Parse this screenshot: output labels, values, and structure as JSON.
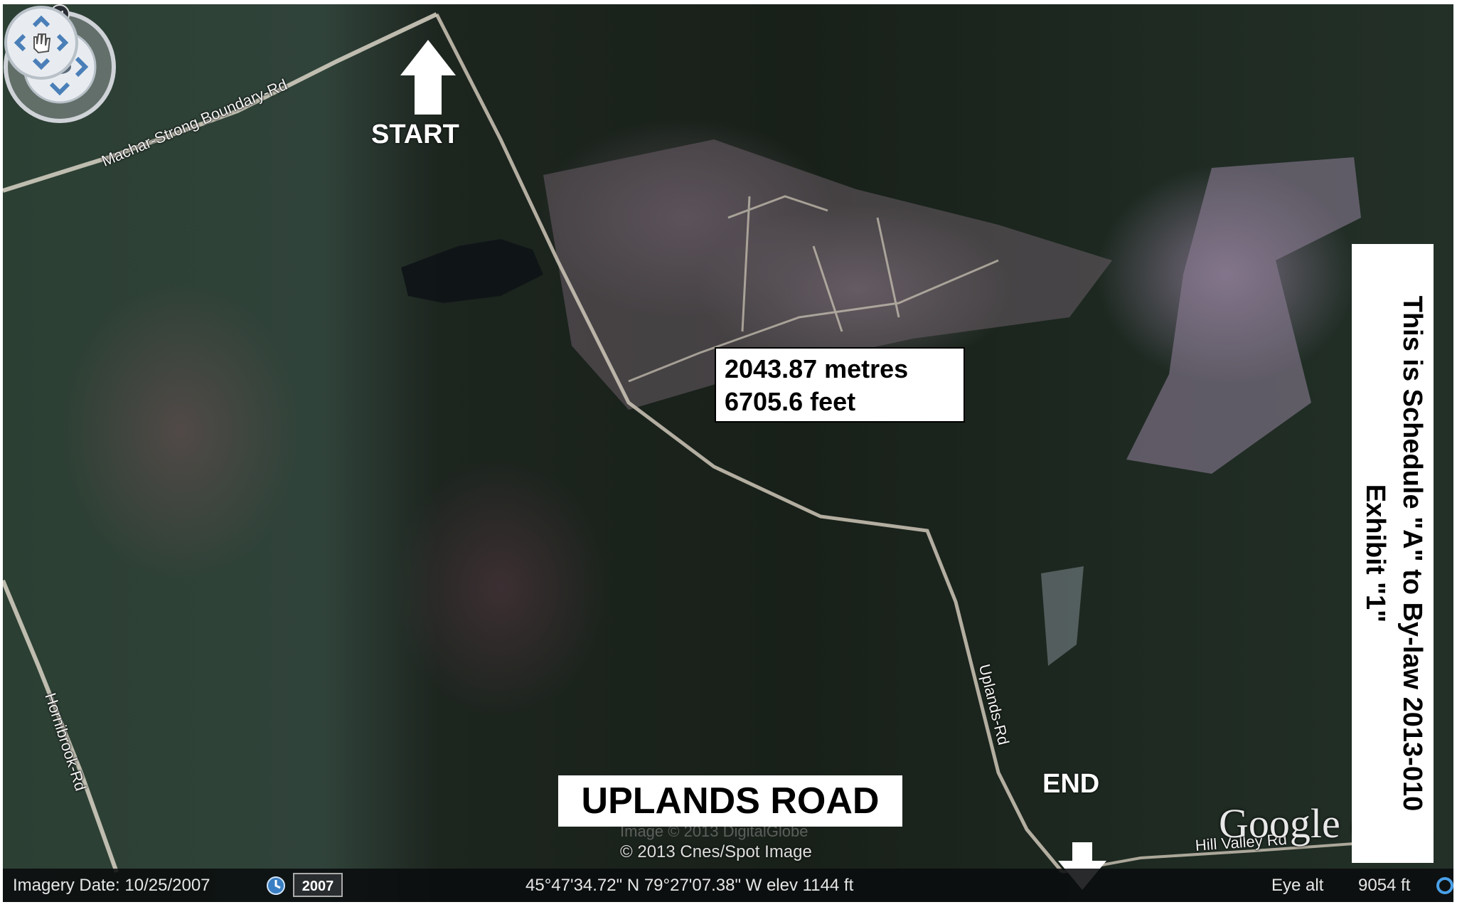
{
  "map": {
    "roads": {
      "machar_strong": "Machar-Strong Boundary-Rd",
      "hornibrook": "Hornibrook-Rd",
      "uplands": "Uplands-Rd",
      "hill_valley": "Hill Valley Rd"
    },
    "markers": {
      "start": "START",
      "end": "END"
    },
    "measurement": {
      "metres": "2043.87 metres",
      "feet": "6705.6 feet"
    },
    "title": "UPLANDS ROAD",
    "schedule": {
      "line1": "This is Schedule \"A\" to By-law 2013-010",
      "line2": "Exhibit \"1\""
    },
    "credits": {
      "faded": "Image © 2013 DigitalGlobe",
      "main": "© 2013 Cnes/Spot Image"
    },
    "logo": "Google earth",
    "colors": {
      "road": "#d9d3c6",
      "arrow": "#ffffff",
      "label_box": "#ffffff"
    }
  },
  "statusbar": {
    "imagery_date": "Imagery Date: 10/25/2007",
    "year": "2007",
    "coordinates": "45°47'34.72\" N  79°27'07.38\" W  elev  1144 ft",
    "eye_alt_label": "Eye alt",
    "eye_alt_value": "9054 ft"
  },
  "navigation": {
    "north": "N"
  }
}
